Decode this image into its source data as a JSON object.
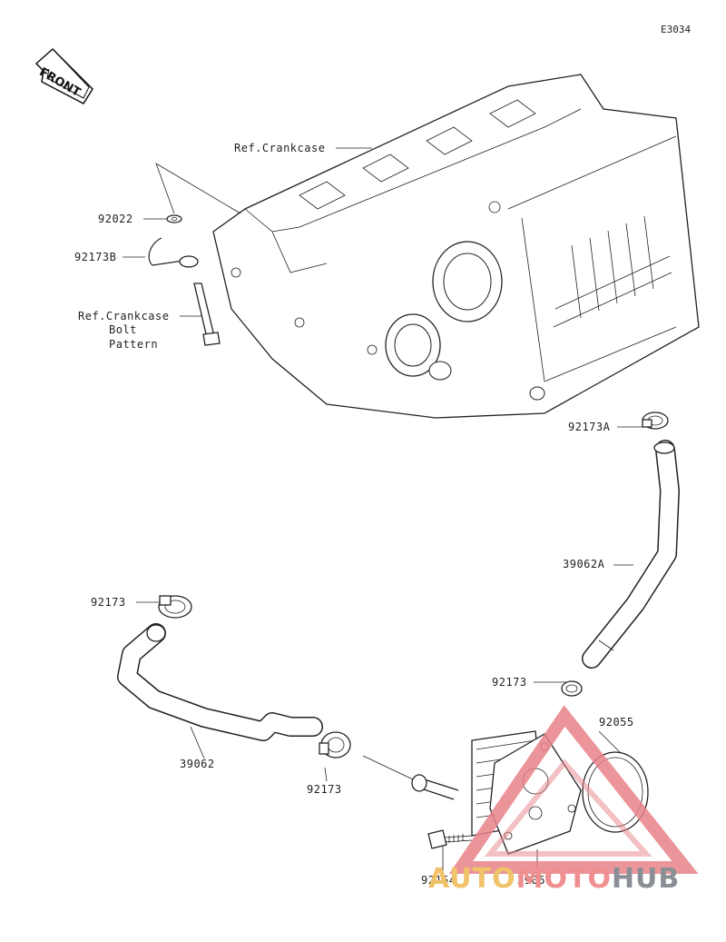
{
  "diagram_code": "E3034",
  "front_label": "FRONT",
  "labels": {
    "ref_crankcase": "Ref.Crankcase",
    "p92022": "92022",
    "p92173B": "92173B",
    "ref_bolt_line1": "Ref.Crankcase",
    "ref_bolt_line2": "Bolt",
    "ref_bolt_line3": "Pattern",
    "p92173A": "92173A",
    "p39062A": "39062A",
    "p92173_left": "92173",
    "p92173_mid": "92173",
    "p92055": "92055",
    "p39062": "39062",
    "p92173_bottom": "92173",
    "p92154": "92154",
    "p39067": "39067"
  },
  "watermark": {
    "part1": "AUTO",
    "part2": "MOTO",
    "part3": "HUB",
    "triangle_color": "#e8838a"
  }
}
